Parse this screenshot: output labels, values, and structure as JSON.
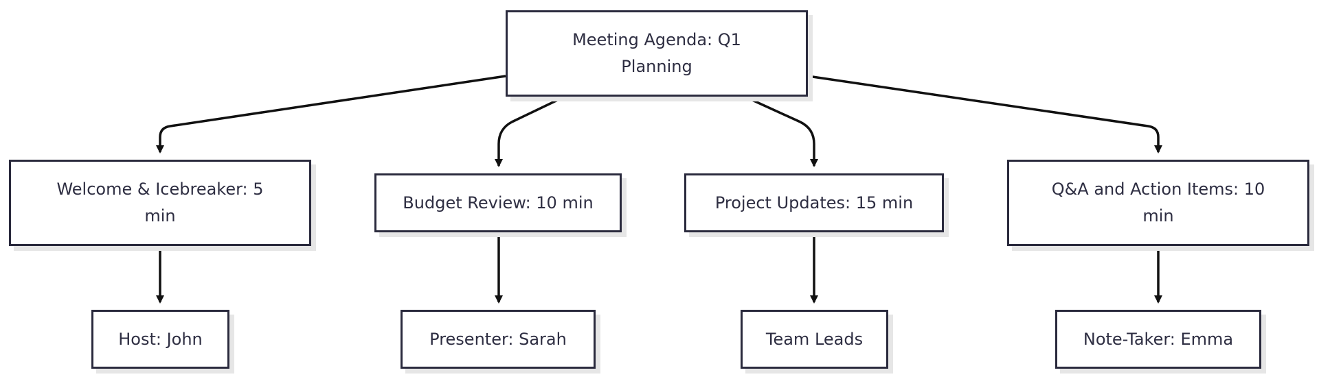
{
  "colors": {
    "stroke": "#111111",
    "node_border": "#2a2a3d",
    "text": "#2e2e42",
    "shadow": "#e6e6e6"
  },
  "nodes": {
    "root": "Meeting Agenda: Q1 Planning",
    "welcome": "Welcome & Icebreaker: 5 min",
    "budget": "Budget Review: 10 min",
    "projects": "Project Updates: 15 min",
    "qa": "Q&A and Action Items: 10 min",
    "host": "Host: John",
    "presenter": "Presenter: Sarah",
    "leads": "Team Leads",
    "notetaker": "Note-Taker: Emma"
  },
  "edges": [
    {
      "from": "root",
      "to": "welcome"
    },
    {
      "from": "root",
      "to": "budget"
    },
    {
      "from": "root",
      "to": "projects"
    },
    {
      "from": "root",
      "to": "qa"
    },
    {
      "from": "welcome",
      "to": "host"
    },
    {
      "from": "budget",
      "to": "presenter"
    },
    {
      "from": "projects",
      "to": "leads"
    },
    {
      "from": "qa",
      "to": "notetaker"
    }
  ]
}
